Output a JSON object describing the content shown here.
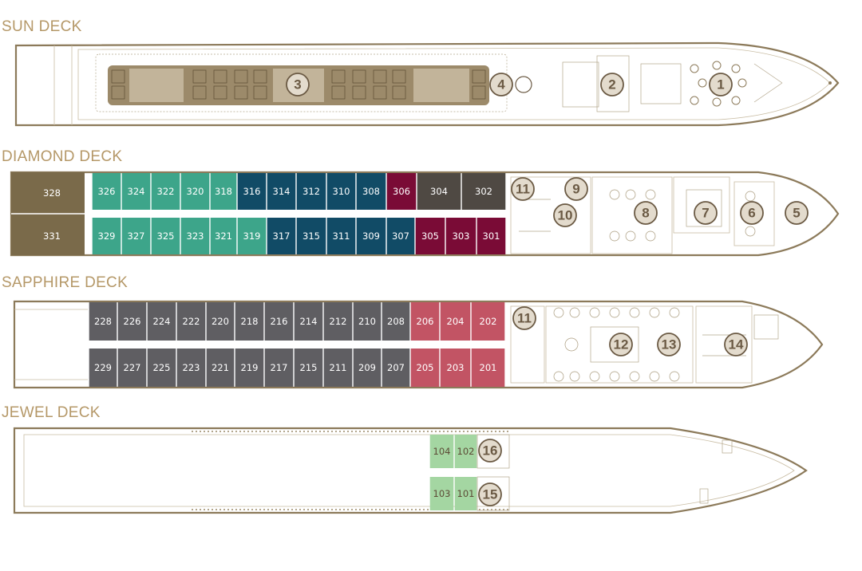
{
  "decks": {
    "sun": {
      "title": "SUN DECK"
    },
    "diamond": {
      "title": "DIAMOND DECK"
    },
    "sapphire": {
      "title": "SAPPHIRE DECK"
    },
    "jewel": {
      "title": "JEWEL DECK"
    }
  },
  "colors": {
    "title": "#b59868",
    "hull": "#8c7a5a",
    "sundeck": "#9c8a6a",
    "teal": "#3da58a",
    "navy": "#114b66",
    "maroon": "#7a0b36",
    "darkgrey": "#4f4943",
    "olive": "#7a6a4a",
    "grey": "#5f5e62",
    "rose": "#c25464",
    "lightgreen": "#a4d6a2"
  },
  "diamond_cabins": {
    "top_row": [
      "326",
      "324",
      "322",
      "320",
      "318",
      "316",
      "314",
      "312",
      "310",
      "308",
      "306",
      "304",
      "302"
    ],
    "bottom_row": [
      "329",
      "327",
      "325",
      "323",
      "321",
      "319",
      "317",
      "315",
      "311",
      "309",
      "307",
      "305",
      "303",
      "301"
    ],
    "suite_top": "328",
    "suite_bottom": "331"
  },
  "sapphire_cabins": {
    "top_row": [
      "228",
      "226",
      "224",
      "222",
      "220",
      "218",
      "216",
      "214",
      "212",
      "210",
      "208",
      "206",
      "204",
      "202"
    ],
    "bottom_row": [
      "229",
      "227",
      "225",
      "223",
      "221",
      "219",
      "217",
      "215",
      "211",
      "209",
      "207",
      "205",
      "203",
      "201"
    ]
  },
  "jewel_cabins": {
    "top_row": [
      "104",
      "102"
    ],
    "bottom_row": [
      "103",
      "101"
    ]
  },
  "markers": {
    "m1": "1",
    "m2": "2",
    "m3": "3",
    "m4": "4",
    "m5": "5",
    "m6": "6",
    "m7": "7",
    "m8": "8",
    "m9": "9",
    "m10": "10",
    "m11a": "11",
    "m11b": "11",
    "m12": "12",
    "m13": "13",
    "m14": "14",
    "m15": "15",
    "m16": "16"
  }
}
